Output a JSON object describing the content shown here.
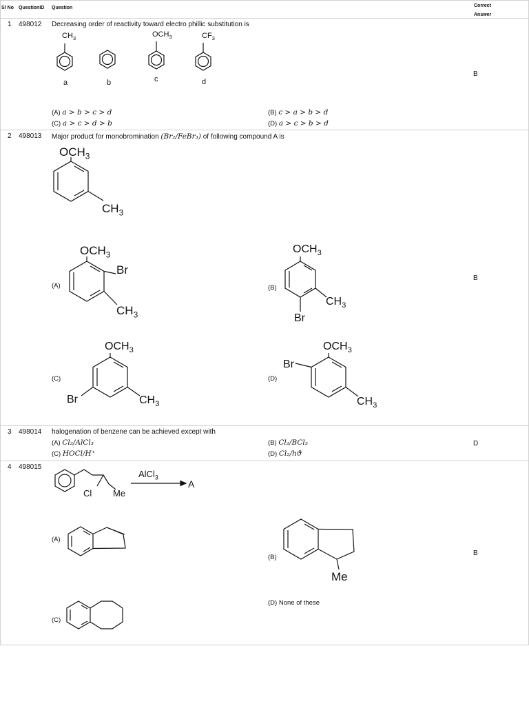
{
  "header": {
    "sl_no": "Sl No",
    "question_id": "QuestionID",
    "question": "Question",
    "correct_answer_line1": "Correct",
    "correct_answer_line2": "Answer"
  },
  "questions": [
    {
      "sl": "1",
      "id": "498012",
      "text": "Decreasing order of reactivity toward electro phillic substitution is",
      "structures": {
        "a_sub": "CH3",
        "a_label": "a",
        "b_label": "b",
        "c_sub": "OCH3",
        "c_label": "c",
        "d_sub": "CF3",
        "d_label": "d"
      },
      "options": [
        {
          "key": "(A)",
          "text": "a > b > c > d"
        },
        {
          "key": "(B)",
          "text": "c > a > b > d"
        },
        {
          "key": "(C)",
          "text": "a > c > d > b"
        },
        {
          "key": "(D)",
          "text": "a > c > b > d"
        }
      ],
      "answer": "B"
    },
    {
      "sl": "2",
      "id": "498013",
      "text_pre": "Major product for monobromination",
      "text_math": "(Br₂/FeBr₃)",
      "text_post": "of following compound A is",
      "compound": {
        "top": "OCH3",
        "side": "CH3"
      },
      "options": [
        {
          "key": "(A)",
          "groups": [
            "OCH3",
            "Br",
            "CH3"
          ]
        },
        {
          "key": "(B)",
          "groups": [
            "OCH3",
            "CH3",
            "Br"
          ]
        },
        {
          "key": "(C)",
          "groups": [
            "OCH3",
            "Br",
            "CH3"
          ]
        },
        {
          "key": "(D)",
          "groups": [
            "OCH3",
            "Br",
            "CH3"
          ]
        }
      ],
      "answer": "B"
    },
    {
      "sl": "3",
      "id": "498014",
      "text": "halogenation of benzene can be achieved except with",
      "options": [
        {
          "key": "(A)",
          "text": "Cl₂/AlCl₃"
        },
        {
          "key": "(B)",
          "text": "Cl₂/BCl₃"
        },
        {
          "key": "(C)",
          "text": "HOCl/H⁺"
        },
        {
          "key": "(D)",
          "text": "Cl₂/hϑ"
        }
      ],
      "answer": "D"
    },
    {
      "sl": "4",
      "id": "498015",
      "reaction": {
        "cl": "Cl",
        "me": "Me",
        "reagent": "AlCl3",
        "product": "A"
      },
      "options": [
        {
          "key": "(A)"
        },
        {
          "key": "(B)",
          "group": "Me"
        },
        {
          "key": "(C)"
        },
        {
          "key": "(D)",
          "text": "None of these"
        }
      ],
      "answer": "B"
    }
  ]
}
